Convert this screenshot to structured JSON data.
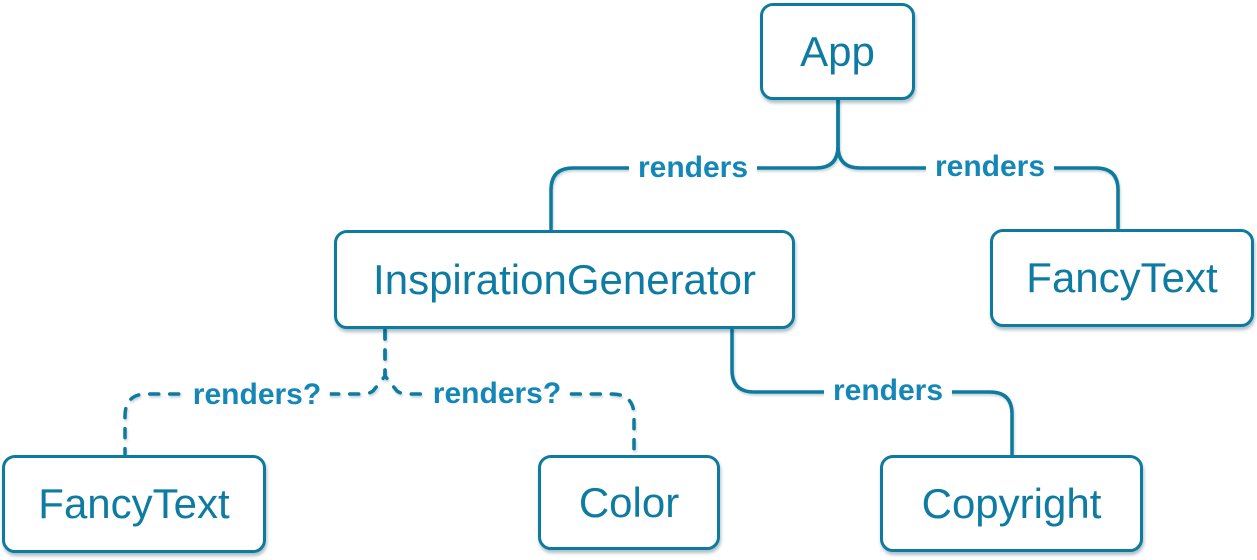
{
  "colors": {
    "background": "#ffffff",
    "stroke": "#0d7a9e",
    "box_border": "#0d7a9e",
    "box_bg": "#ffffff",
    "box_text": "#0e7ba3",
    "label_text": "#1587b6"
  },
  "nodes": [
    {
      "id": "app",
      "label": "App"
    },
    {
      "id": "inspiration-generator",
      "label": "InspirationGenerator"
    },
    {
      "id": "fancy-text-top",
      "label": "FancyText"
    },
    {
      "id": "fancy-text-bottom",
      "label": "FancyText"
    },
    {
      "id": "color",
      "label": "Color"
    },
    {
      "id": "copyright",
      "label": "Copyright"
    }
  ],
  "edges": [
    {
      "from": "App",
      "to": "InspirationGenerator",
      "label": "renders",
      "style": "solid"
    },
    {
      "from": "App",
      "to": "FancyText",
      "label": "renders",
      "style": "solid"
    },
    {
      "from": "InspirationGenerator",
      "to": "FancyText",
      "label": "renders?",
      "style": "dashed"
    },
    {
      "from": "InspirationGenerator",
      "to": "Color",
      "label": "renders?",
      "style": "dashed"
    },
    {
      "from": "InspirationGenerator",
      "to": "Copyright",
      "label": "renders",
      "style": "solid"
    }
  ]
}
